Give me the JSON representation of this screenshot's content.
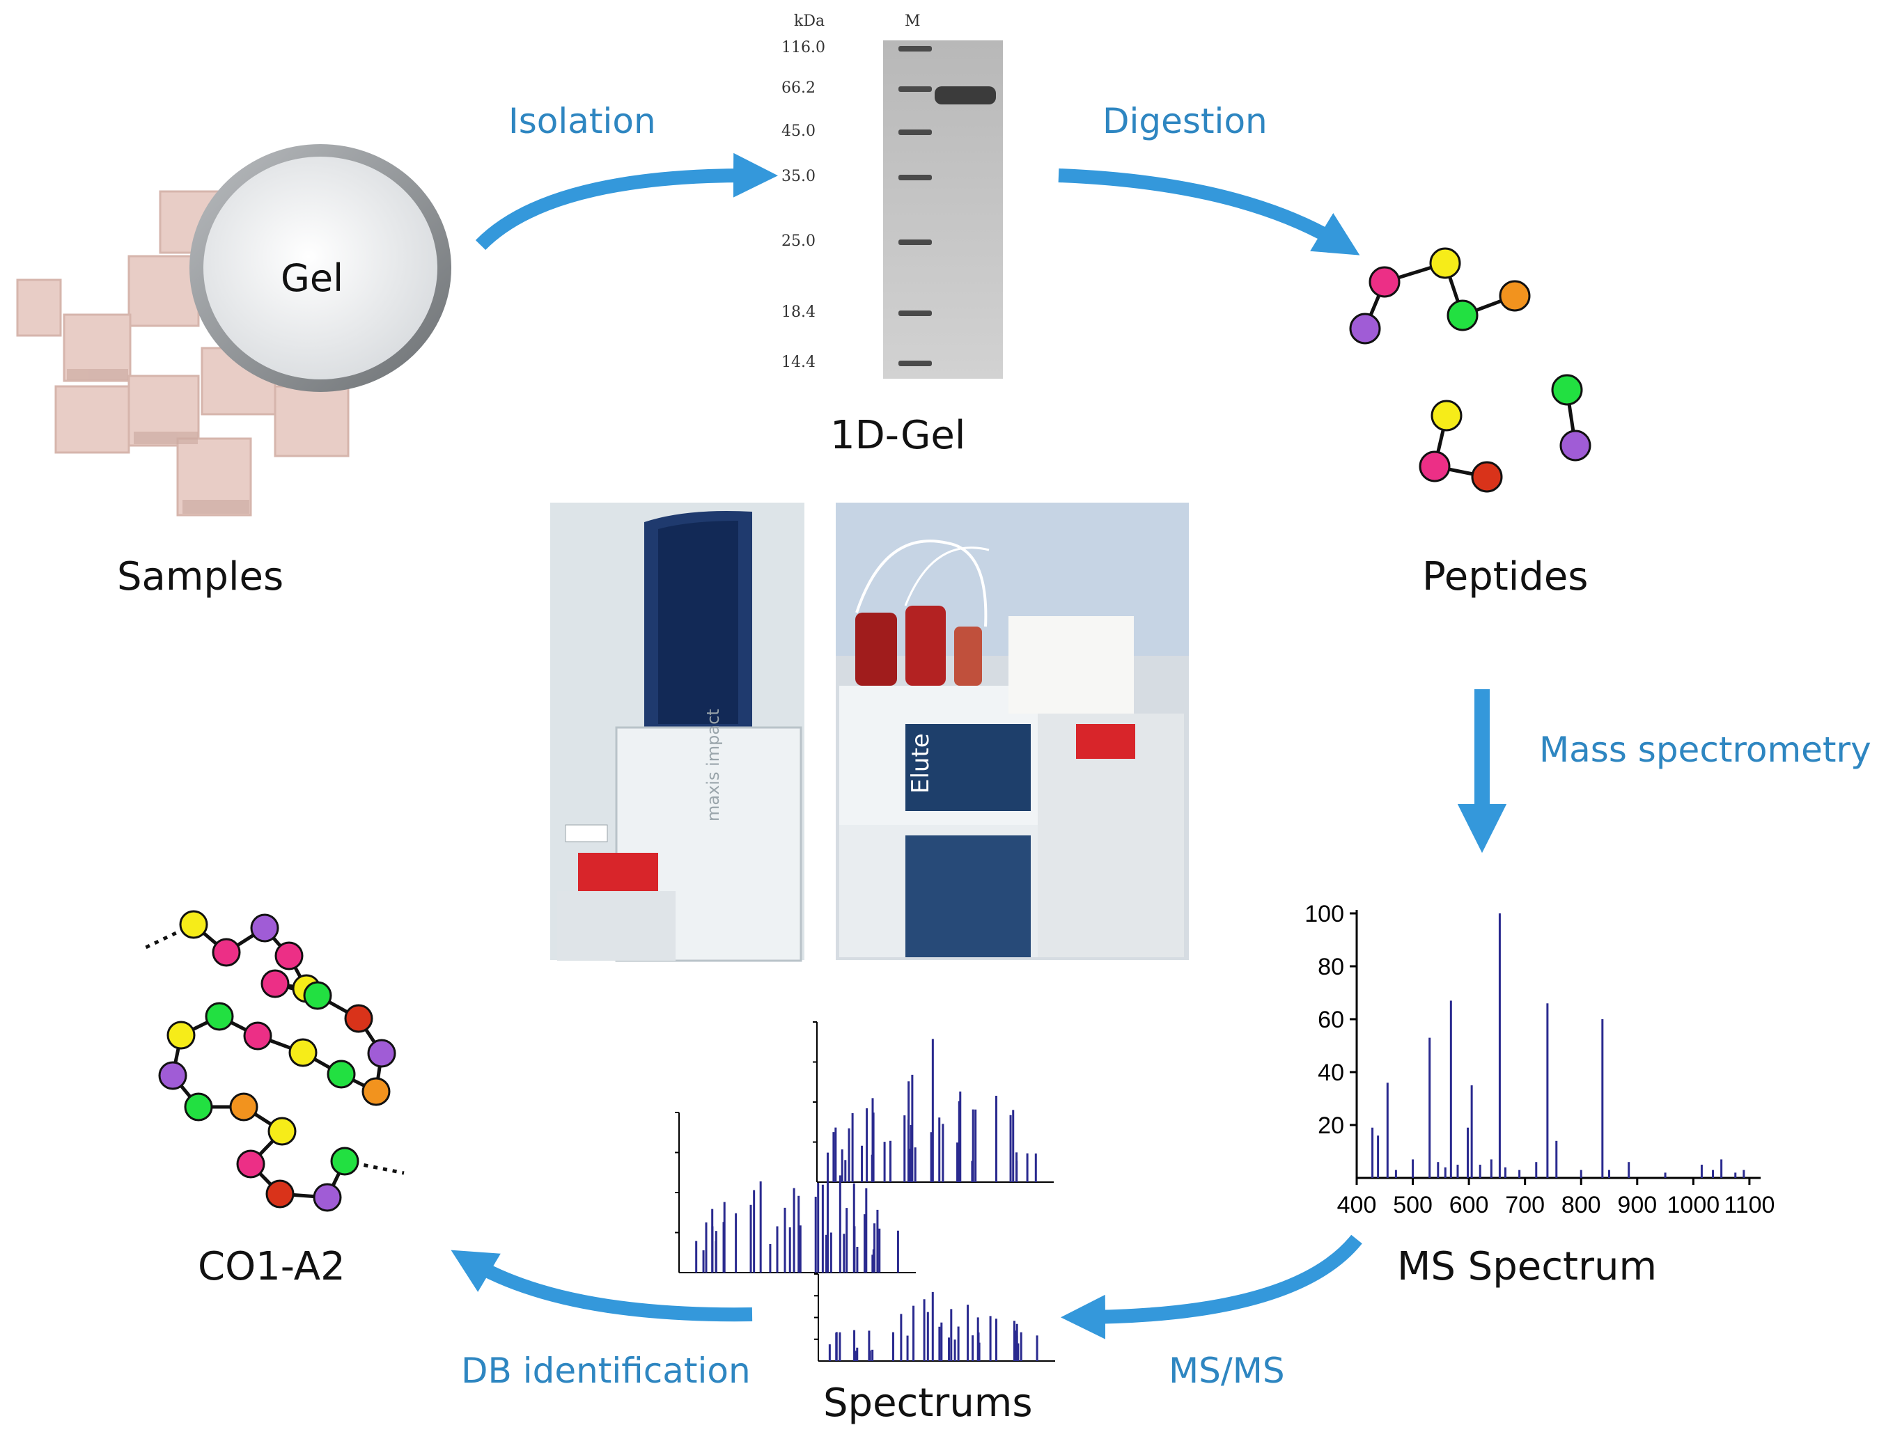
{
  "stages": {
    "samples": {
      "label": "Samples",
      "bowl_label": "Gel"
    },
    "gel": {
      "label": "1D-Gel",
      "unit_header": "kDa",
      "lane_header": "M",
      "markers": [
        "116.0",
        "66.2",
        "45.0",
        "35.0",
        "25.0",
        "18.4",
        "14.4"
      ]
    },
    "peptides": {
      "label": "Peptides"
    },
    "ms_spectrum": {
      "label": "MS Spectrum"
    },
    "spectrums": {
      "label": "Spectrums"
    },
    "result": {
      "label": "CO1-A2"
    }
  },
  "steps": {
    "isolation": "Isolation",
    "digestion": "Digestion",
    "mass_spectrometry": "Mass spectrometry",
    "msms": "MS/MS",
    "db_identification": "DB identification"
  },
  "instrument_photos": {
    "left_brand": "maxis impact",
    "right_brand": "Elute"
  },
  "chart_data": {
    "type": "bar",
    "x_ticks": [
      400,
      500,
      600,
      700,
      800,
      900,
      1000,
      1100
    ],
    "y_ticks": [
      20,
      40,
      60,
      80,
      100
    ],
    "xlim": [
      400,
      1120
    ],
    "ylim": [
      0,
      100
    ],
    "peaks": [
      {
        "x": 428,
        "y": 19
      },
      {
        "x": 438,
        "y": 16
      },
      {
        "x": 455,
        "y": 36
      },
      {
        "x": 470,
        "y": 3
      },
      {
        "x": 500,
        "y": 7
      },
      {
        "x": 530,
        "y": 53
      },
      {
        "x": 545,
        "y": 6
      },
      {
        "x": 558,
        "y": 4
      },
      {
        "x": 568,
        "y": 67
      },
      {
        "x": 580,
        "y": 5
      },
      {
        "x": 598,
        "y": 19
      },
      {
        "x": 605,
        "y": 35
      },
      {
        "x": 620,
        "y": 5
      },
      {
        "x": 640,
        "y": 7
      },
      {
        "x": 655,
        "y": 100
      },
      {
        "x": 665,
        "y": 4
      },
      {
        "x": 690,
        "y": 3
      },
      {
        "x": 720,
        "y": 6
      },
      {
        "x": 740,
        "y": 66
      },
      {
        "x": 756,
        "y": 14
      },
      {
        "x": 800,
        "y": 3
      },
      {
        "x": 838,
        "y": 60
      },
      {
        "x": 850,
        "y": 3
      },
      {
        "x": 885,
        "y": 6
      },
      {
        "x": 950,
        "y": 2
      },
      {
        "x": 1015,
        "y": 5
      },
      {
        "x": 1035,
        "y": 3
      },
      {
        "x": 1050,
        "y": 7
      },
      {
        "x": 1075,
        "y": 2
      },
      {
        "x": 1090,
        "y": 3
      }
    ],
    "color": "#2a2a8f"
  },
  "colors": {
    "arrow": "#3498db",
    "step_text": "#2e86c1",
    "spectrum": "#2a2a8f"
  }
}
